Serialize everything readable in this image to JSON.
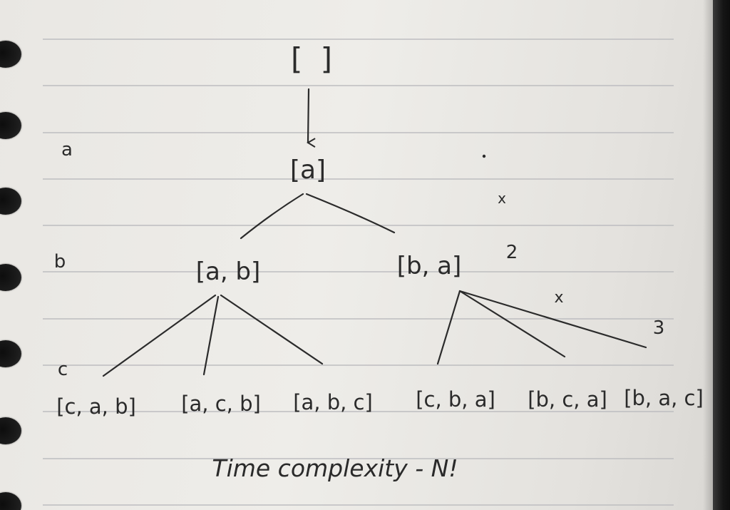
{
  "root": {
    "label": "[ ]"
  },
  "level_labels": [
    "a",
    "b",
    "c"
  ],
  "level1": {
    "label": "[a]"
  },
  "level2": [
    {
      "label": "[a, b]"
    },
    {
      "label": "[b, a]"
    }
  ],
  "level3": [
    {
      "label": "[c, a, b]"
    },
    {
      "label": "[a, c, b]"
    },
    {
      "label": "[a, b, c]"
    },
    {
      "label": "[c, b, a]"
    },
    {
      "label": "[b, c, a]"
    },
    {
      "label": "[b, a, c]"
    }
  ],
  "annotations": {
    "x1": "x",
    "x2": "x",
    "two": "2",
    "three": "3"
  },
  "footer": "Time complexity - N!",
  "colors": {
    "ink": "#2a2a2a",
    "paper": "#ecebe7",
    "rule": "#b9b9bb"
  }
}
